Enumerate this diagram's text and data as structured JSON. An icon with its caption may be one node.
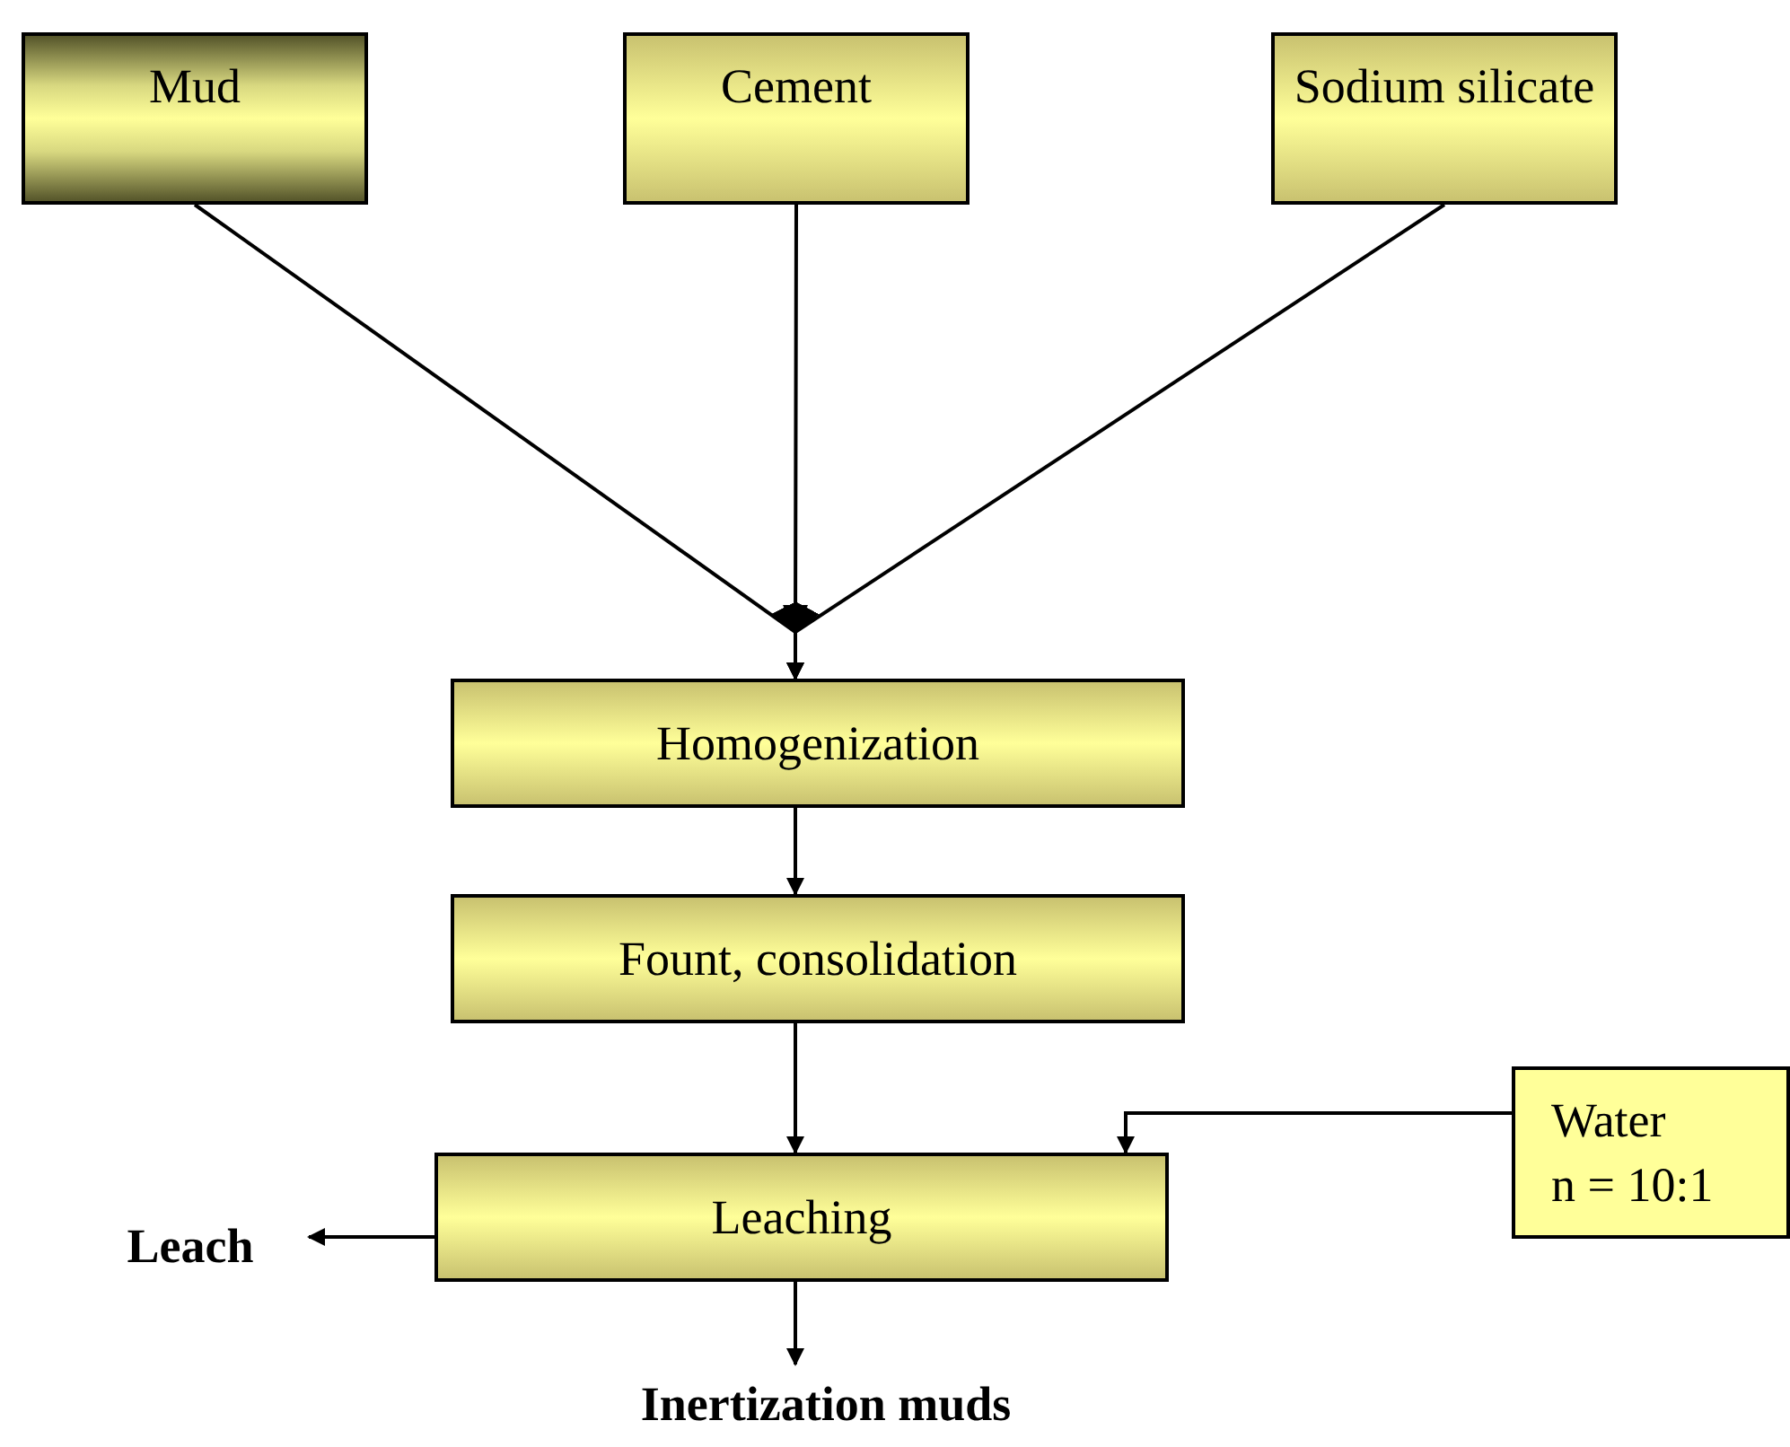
{
  "diagram": {
    "nodes": [
      {
        "text": [
          "Mud"
        ]
      },
      {
        "text": [
          "Cement"
        ]
      },
      {
        "text": [
          "Sodium silicate"
        ]
      },
      {
        "text": [
          "Homogenization"
        ]
      },
      {
        "text": [
          "Fount, consolidation"
        ]
      },
      {
        "text": [
          "Water",
          "n = 10:1"
        ]
      },
      {
        "text": [
          "Leaching"
        ]
      },
      {
        "text": [
          "Leach"
        ]
      },
      {
        "text": [
          "Inertization muds"
        ]
      }
    ],
    "edges": [
      {
        "from": 0,
        "to": 3,
        "arrow": "to"
      },
      {
        "from": 1,
        "to": 3,
        "arrow": "to"
      },
      {
        "from": 2,
        "to": 3,
        "arrow": "to"
      },
      {
        "from": 3,
        "to": 4,
        "arrow": "to"
      },
      {
        "from": 4,
        "to": 6,
        "arrow": "to"
      },
      {
        "from": 5,
        "to": 6,
        "arrow": "to"
      },
      {
        "from": 6,
        "to": 7,
        "arrow": "to"
      },
      {
        "from": 6,
        "to": 8,
        "arrow": "to"
      }
    ]
  }
}
